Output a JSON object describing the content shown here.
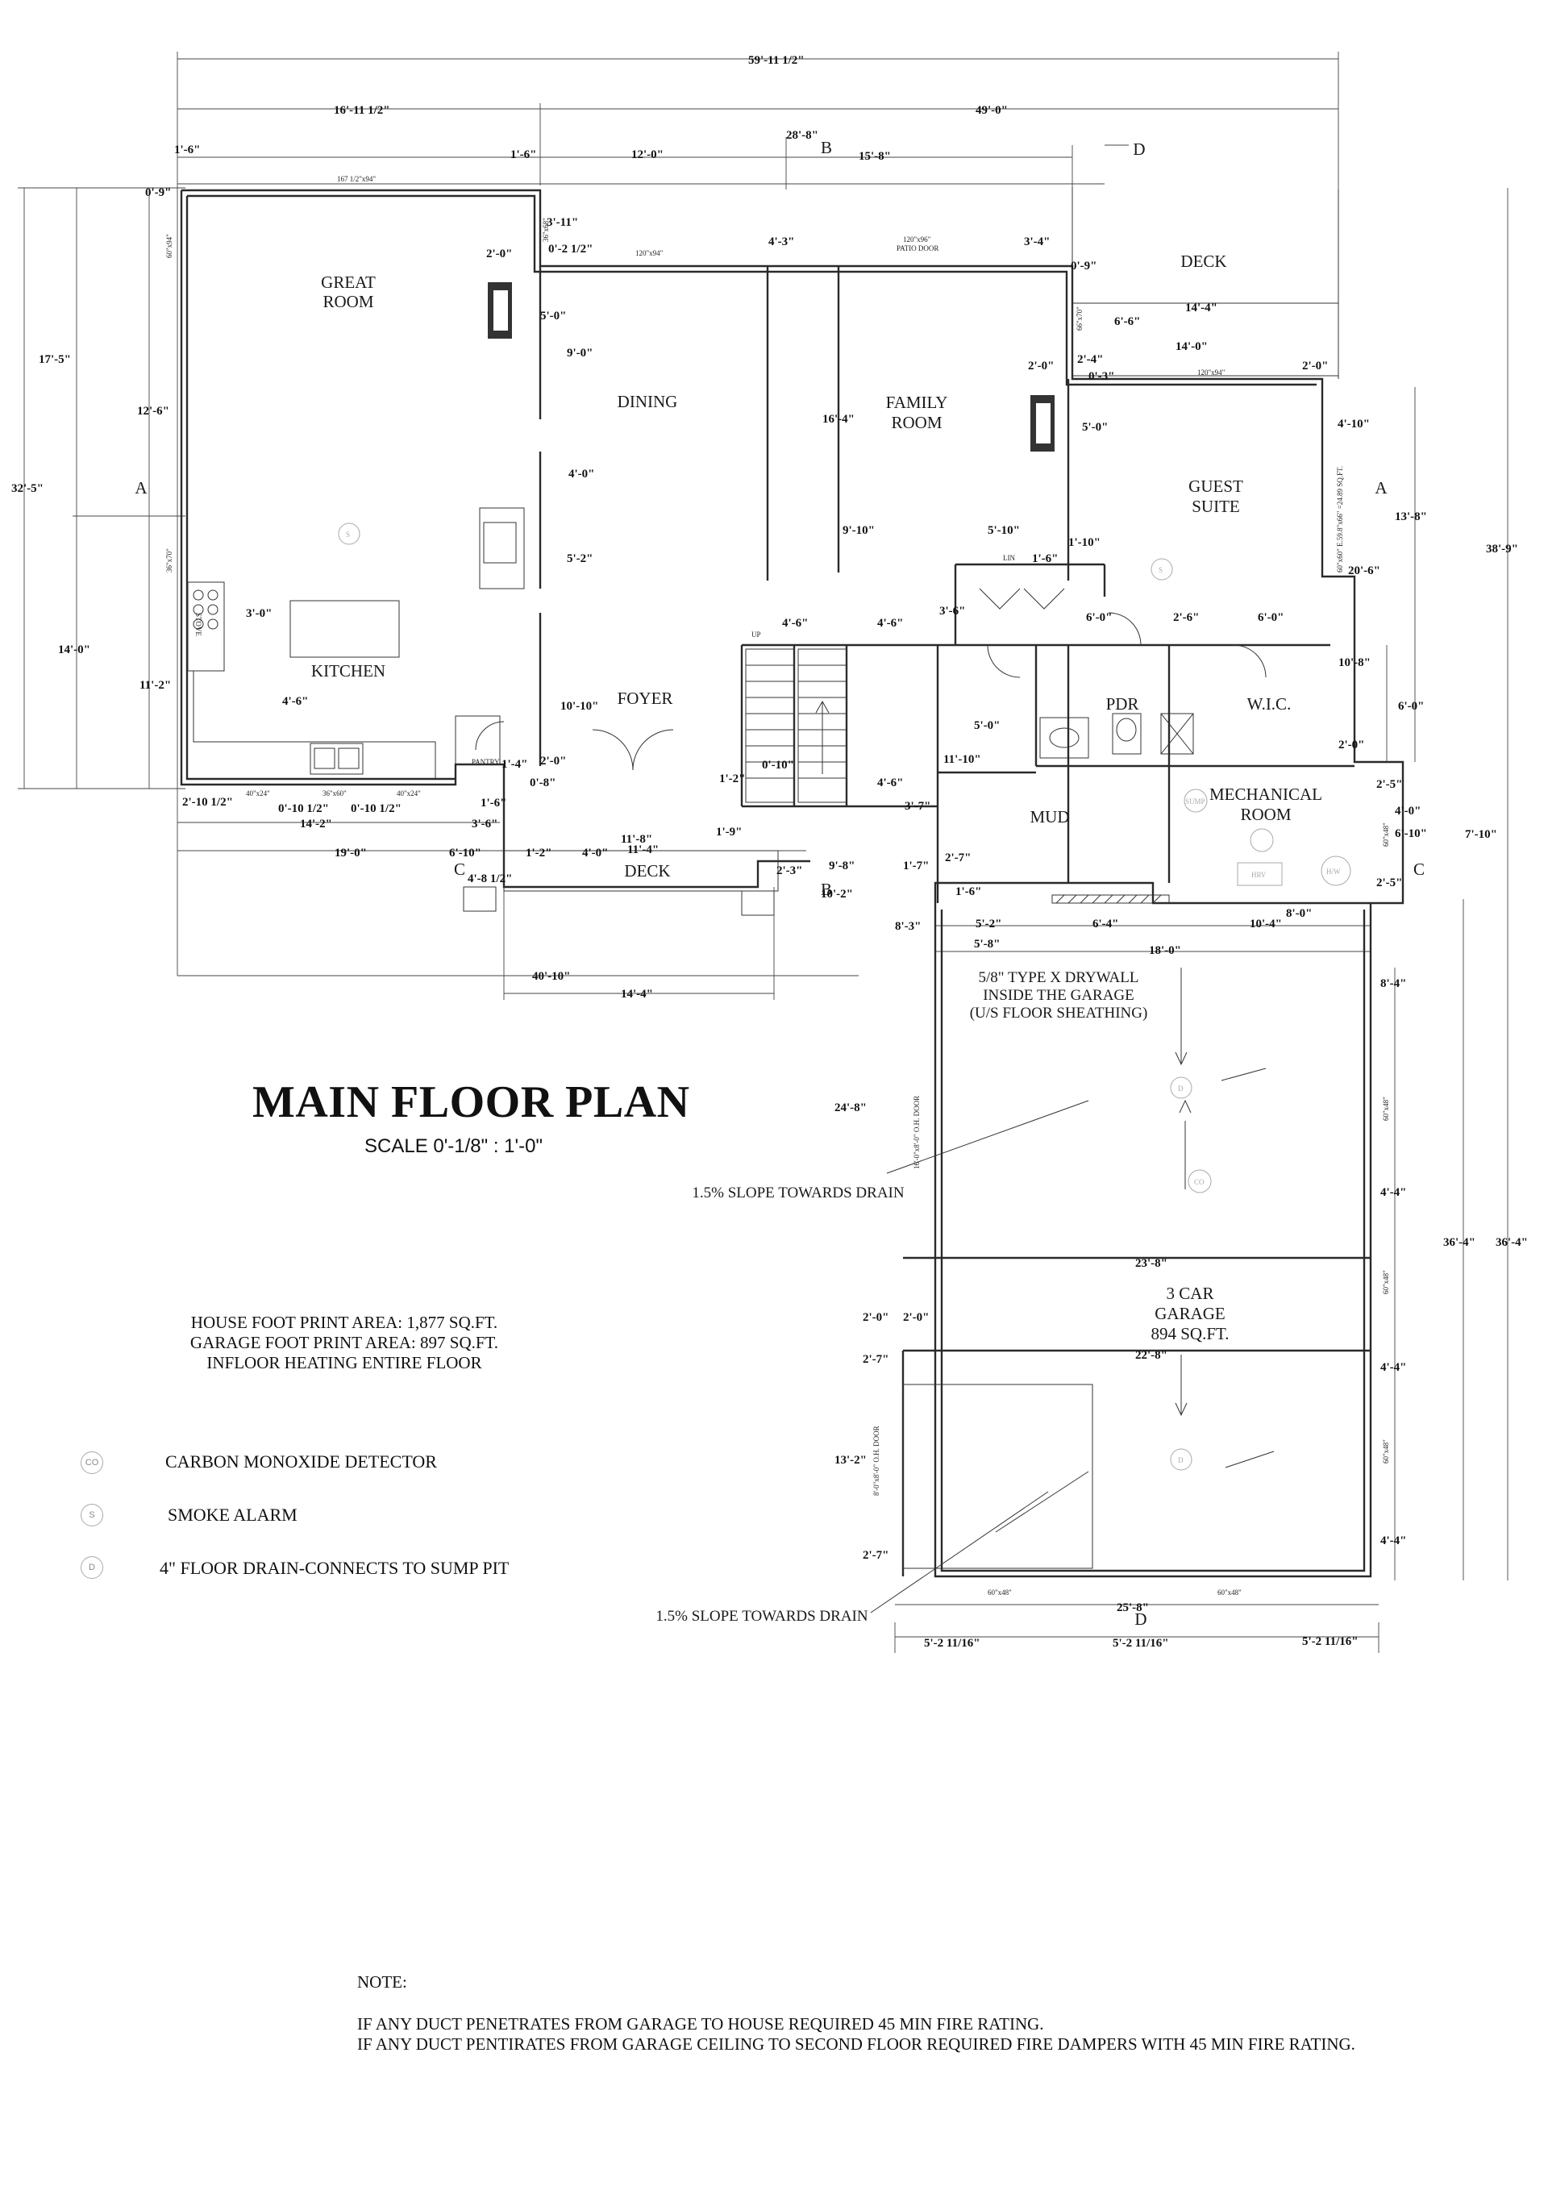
{
  "title": "MAIN FLOOR PLAN",
  "scale": "SCALE  0'-1/8\" : 1'-0\"",
  "areas": [
    "HOUSE FOOT PRINT AREA: 1,877 SQ.FT.",
    "GARAGE FOOT PRINT AREA: 897 SQ.FT.",
    "INFLOOR HEATING ENTIRE FLOOR"
  ],
  "legend": [
    {
      "abbr": "CO",
      "icon": "co-icon",
      "label": "CARBON MONOXIDE DETECTOR"
    },
    {
      "abbr": "S",
      "icon": "smoke-icon",
      "label": "SMOKE ALARM"
    },
    {
      "abbr": "D",
      "icon": "drain-icon",
      "label": "4\" FLOOR DRAIN-CONNECTS TO SUMP PIT"
    }
  ],
  "notes": {
    "heading": "NOTE:",
    "lines": [
      "IF ANY DUCT PENETRATES FROM GARAGE TO HOUSE REQUIRED 45 MIN FIRE RATING.",
      "IF ANY DUCT PENTIRATES FROM GARAGE CEILING TO SECOND FLOOR REQUIRED FIRE DAMPERS WITH 45 MIN FIRE RATING."
    ]
  },
  "rooms": {
    "great_room": [
      "GREAT",
      "ROOM"
    ],
    "dining": "DINING",
    "family_room": [
      "FAMILY",
      "ROOM"
    ],
    "deck_top": "DECK",
    "guest_suite": [
      "GUEST",
      "SUITE"
    ],
    "kitchen": "KITCHEN",
    "foyer": "FOYER",
    "pdr": "PDR",
    "wic": "W.I.C.",
    "mud": "MUD",
    "mechanical": [
      "MECHANICAL",
      "ROOM"
    ],
    "deck_bottom": "DECK",
    "garage": [
      "3 CAR",
      "GARAGE",
      "894 SQ.FT."
    ],
    "pantry": "PANTRY",
    "stove": "STOVE",
    "lin": "LIN",
    "sump": "SUMP",
    "hrv": "HRV",
    "hw": "H/W",
    "up": "UP"
  },
  "garage_notes": {
    "drywall": [
      "5/8\" TYPE X DRYWALL",
      "INSIDE THE GARAGE",
      "(U/S FLOOR SHEATHING)"
    ],
    "slope_1": "1.5% SLOPE TOWARDS DRAIN",
    "slope_2": "1.5% SLOPE TOWARDS DRAIN"
  },
  "section_marks": [
    "A",
    "A",
    "B",
    "B",
    "C",
    "C",
    "D",
    "D"
  ],
  "dimensions": {
    "overall_width": "59'-11 1/2\"",
    "left_width": "16'-11 1/2\"",
    "right_width": "49'-0\"",
    "top_1_6_a": "1'-6\"",
    "top_1_6_b": "1'-6\"",
    "top_12_0": "12'-0\"",
    "top_28_8": "28'-8\"",
    "top_15_8": "15'-8\"",
    "d_0_9_left": "0'-9\"",
    "d_3_11": "3'-11\"",
    "d_0_2": "0'-2 1/2\"",
    "d_2_0_a": "2'-0\"",
    "d_4_3": "4'-3\"",
    "d_3_4": "3'-4\"",
    "d_0_9_right": "0'-9\"",
    "d_14_4": "14'-4\"",
    "d_6_6": "6'-6\"",
    "d_14_0": "14'-0\"",
    "d_2_0_b": "2'-0\"",
    "d_2_4": "2'-4\"",
    "d_0_3": "0'-3\"",
    "d_2_0_c": "2'-0\"",
    "d_5_0_a": "5'-0\"",
    "d_9_0": "9'-0\"",
    "d_17_5": "17'-5\"",
    "d_12_6": "12'-6\"",
    "d_32_5": "32'-5\"",
    "d_16_4": "16'-4\"",
    "d_5_0_b": "5'-0\"",
    "d_4_10": "4'-10\"",
    "d_13_8": "13'-8\"",
    "d_38_9": "38'-9\"",
    "d_4_0_a": "4'-0\"",
    "d_9_10": "9'-10\"",
    "d_5_10": "5'-10\"",
    "d_1_10": "1'-10\"",
    "d_1_6_c": "1'-6\"",
    "d_20_6": "20'-6\"",
    "d_5_2": "5'-2\"",
    "d_3_0": "3'-0\"",
    "d_14_0_b": "14'-0\"",
    "d_3_6_a": "3'-6\"",
    "d_4_6_a": "4'-6\"",
    "d_4_6_b": "4'-6\"",
    "d_6_0_a": "6'-0\"",
    "d_2_6": "2'-6\"",
    "d_6_0_b": "6'-0\"",
    "d_10_8": "10'-8\"",
    "d_11_2": "11'-2\"",
    "d_4_6_c": "4'-6\"",
    "d_10_10": "10'-10\"",
    "d_5_0_c": "5'-0\"",
    "d_6_0_c": "6'-0\"",
    "d_2_0_d": "2'-0\"",
    "d_11_10": "11'-10\"",
    "d_1_4": "1'-4\"",
    "d_2_0_e": "2'-0\"",
    "d_0_8": "0'-8\"",
    "d_0_10": "0'-10\"",
    "d_1_2_a": "1'-2\"",
    "d_4_6_d": "4'-6\"",
    "d_2_5_a": "2'-5\"",
    "d_2_10": "2'-10 1/2\"",
    "d_0_10_a": "0'-10 1/2\"",
    "d_0_10_b": "0'-10 1/2\"",
    "d_1_6_d": "1'-6\"",
    "d_3_7": "3'-7\"",
    "d_4_0_b": "4'-0\"",
    "d_14_2": "14'-2\"",
    "d_3_6_b": "3'-6\"",
    "d_11_8": "11'-8\"",
    "d_1_9": "1'-9\"",
    "d_6_10_a": "6'-10\"",
    "d_7_10": "7'-10\"",
    "d_19_0": "19'-0\"",
    "d_6_10_b": "6'-10\"",
    "d_1_2_b": "1'-2\"",
    "d_4_0_c": "4'-0\"",
    "d_11_4": "11'-4\"",
    "d_2_7_a": "2'-7\"",
    "d_2_5_b": "2'-5\"",
    "d_4_8": "4'-8 1/2\"",
    "d_2_3": "2'-3\"",
    "d_9_8": "9'-8\"",
    "d_1_7": "1'-7\"",
    "d_1_6_e": "1'-6\"",
    "d_10_2": "10'-2\"",
    "d_8_0": "8'-0\"",
    "d_8_3": "8'-3\"",
    "d_5_2_b": "5'-2\"",
    "d_6_4": "6'-4\"",
    "d_10_4": "10'-4\"",
    "d_5_8": "5'-8\"",
    "d_18_0": "18'-0\"",
    "d_40_10": "40'-10\"",
    "d_14_4_b": "14'-4\"",
    "d_8_4": "8'-4\"",
    "d_24_8": "24'-8\"",
    "d_4_4_a": "4'-4\"",
    "d_36_4_a": "36'-4\"",
    "d_36_4_b": "36'-4\"",
    "d_23_8": "23'-8\"",
    "d_2_0_f": "2'-0\"",
    "d_2_0_g": "2'-0\"",
    "d_22_8": "22'-8\"",
    "d_2_7_b": "2'-7\"",
    "d_4_4_b": "4'-4\"",
    "d_13_2": "13'-2\"",
    "d_2_7_c": "2'-7\"",
    "d_4_4_c": "4'-4\"",
    "d_25_8": "25'-8\"",
    "d_5_2_c": "5'-2 11/16\"",
    "d_5_2_d": "5'-2 11/16\"",
    "d_5_2_e": "5'-2 11/16\""
  },
  "window_labels": {
    "w1": "167 1/2\"x94\"",
    "w2": "60\"x94\"",
    "w3": "36\"x68\"",
    "w4": "120\"x94\"",
    "w5": "120\"x96\"",
    "w5b": "PATIO DOOR",
    "w6": "66\"x70\"",
    "w7": "120\"x94\"",
    "w8": "36\"x70\"",
    "w9": "40\"x24\"",
    "w10": "36\"x60\"",
    "w11": "40\"x24\"",
    "w12": "60\"x48\"",
    "w13": "60\"x48\"",
    "w14": "60\"x48\"",
    "w15": "60\"x48\"",
    "w16": "60\"x48\"",
    "w17": "60\"x48\"",
    "door1": "16'-0\"x8'-0\" O.H. DOOR",
    "door2": "8'-0\"x8'-0\" O.H. DOOR",
    "egress": "60\"x60\" E.59.8\"x66\" =24.89 SQ.FT."
  }
}
